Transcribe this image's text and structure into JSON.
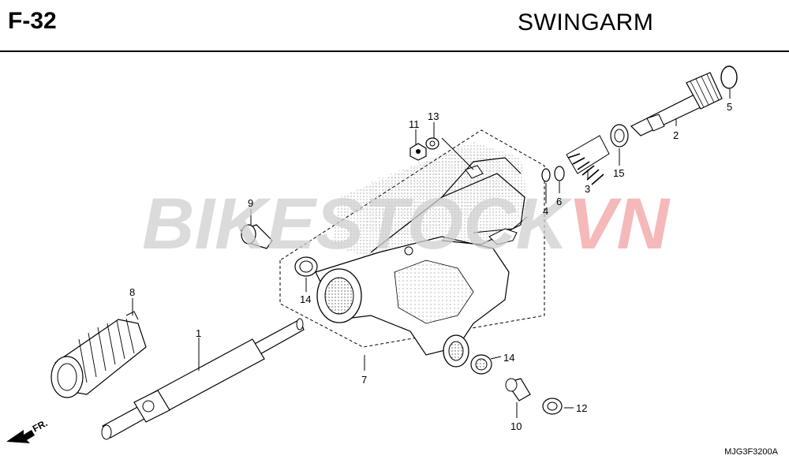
{
  "header": {
    "page_code": "F-32",
    "section_title": "SWINGARM"
  },
  "watermark": {
    "text_main": "BIKESTOCK",
    "text_accent": "VN",
    "color_main": "#cfcfcf",
    "color_accent": "#f2a8a8"
  },
  "direction_marker": "FR.",
  "callouts": {
    "p1": "1",
    "p2": "2",
    "p3": "3",
    "p4": "4",
    "p5": "5",
    "p6": "6",
    "p7": "7",
    "p8": "8",
    "p9": "9",
    "p10": "10",
    "p11": "11",
    "p12": "12",
    "p13": "13",
    "p14a": "14",
    "p14b": "14",
    "p15": "15"
  },
  "footer": {
    "catalog_code": "MJG3F3200A"
  }
}
